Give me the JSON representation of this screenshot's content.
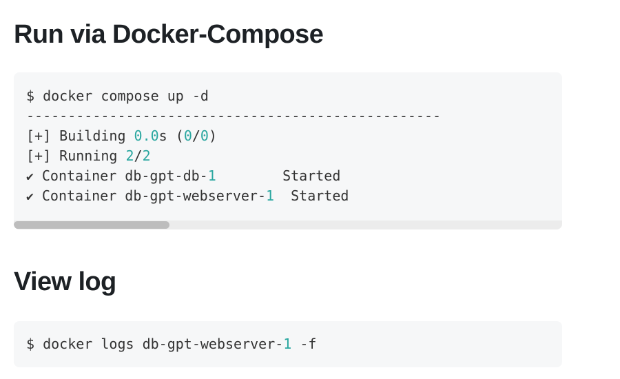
{
  "page": {
    "background_color": "#ffffff",
    "text_color": "#1d2125",
    "accent_color": "#2aa7a0",
    "code_background_color": "#f6f7f8"
  },
  "sections": {
    "compose": {
      "heading": "Run via Docker-Compose",
      "code": {
        "prompt_line": {
          "prefix": "$ ",
          "command": "docker compose up -d"
        },
        "separator": "--------------------------------------------------",
        "building": {
          "tag": "[+] Building ",
          "time_value": "0.0",
          "time_unit": "s",
          "steps_open": " (",
          "steps_done": "0",
          "steps_slash": "/",
          "steps_total": "0",
          "steps_close": ")"
        },
        "running": {
          "tag": "[+] Running ",
          "done": "2",
          "slash": "/",
          "total": "2"
        },
        "containers": [
          {
            "check": "✔",
            "label": " Container ",
            "name": "db-gpt-db-",
            "index": "1",
            "pad": "        ",
            "status": "Started"
          },
          {
            "check": "✔",
            "label": " Container ",
            "name": "db-gpt-webserver-",
            "index": "1",
            "pad": "  ",
            "status": "Started"
          }
        ]
      },
      "scrollbar": {
        "orientation": "horizontal",
        "thumb_color": "#bdbdbd",
        "track_color": "#ececec"
      }
    },
    "viewlog": {
      "heading": "View log",
      "code": {
        "prompt_line": {
          "prefix": "$ ",
          "command_before": "docker logs db-gpt-webserver-",
          "index": "1",
          "command_after": " -f"
        }
      }
    }
  }
}
